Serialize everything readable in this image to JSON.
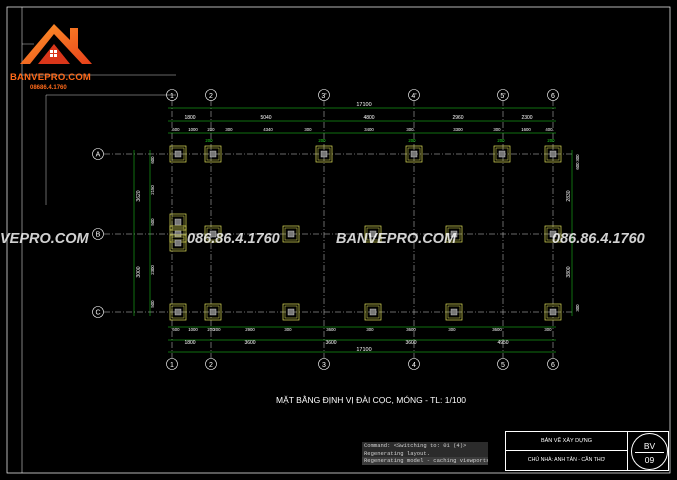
{
  "logo": {
    "name": "BANVEPRO.COM",
    "phone": "08686.4.1760"
  },
  "watermark": {
    "site_left": "VEPRO.COM",
    "phone_left": "086.86.4.1760",
    "site_mid": "BANVEPRO.COM",
    "phone_right": "086.86.4.1760"
  },
  "grid": {
    "columns_top": [
      "1",
      "2",
      "3'",
      "4'",
      "5'",
      "6"
    ],
    "columns_bottom": [
      "1",
      "2",
      "3",
      "4",
      "5",
      "6"
    ],
    "rows": [
      "A",
      "B",
      "C"
    ]
  },
  "dimensions": {
    "top_total": "17100",
    "top_main": [
      "1800",
      "5040",
      "4800",
      "2960",
      "2300"
    ],
    "top_detail": [
      "600",
      "1000",
      "200",
      "300",
      "4340",
      "300",
      "3400",
      "300",
      "3300",
      "300",
      "1600",
      "400"
    ],
    "top_small": [
      "200",
      "200",
      "200",
      "200",
      "200"
    ],
    "bottom_detail": [
      "600",
      "1000",
      "200",
      "2900",
      "300",
      "3600",
      "300",
      "3600",
      "300",
      "3600",
      "300",
      "200"
    ],
    "bottom_main": [
      "1800",
      "3600",
      "3600",
      "3600",
      "4950"
    ],
    "bottom_total": "17100",
    "left_outer": [
      "3620",
      "3000"
    ],
    "left_inner": [
      "600",
      "2150",
      "500",
      "2300",
      "500"
    ],
    "right_outer": [
      "2830",
      "3800"
    ],
    "right_inner": [
      "300",
      "600",
      "300"
    ]
  },
  "drawing_title": "MẶT BẰNG ĐỊNH VỊ ĐÀI CỌC, MÓNG - TL: 1/100",
  "command_line": {
    "lines": [
      "Command:   <Switching to: 01 (4)>",
      "Regenerating layout.",
      "Regenerating model - caching viewports."
    ]
  },
  "title_block": {
    "drawing_name": "BẢN VẼ XÂY DỰNG",
    "owner": "CHỦ NHÀ: ANH TÂN - CẦN THƠ",
    "code": "BV",
    "number": "09"
  },
  "colors": {
    "background": "#000000",
    "grid_line": "#ffffff",
    "dimension": "#22dd22",
    "footing": "#e6e65a",
    "brand": "#ff6a1a"
  }
}
